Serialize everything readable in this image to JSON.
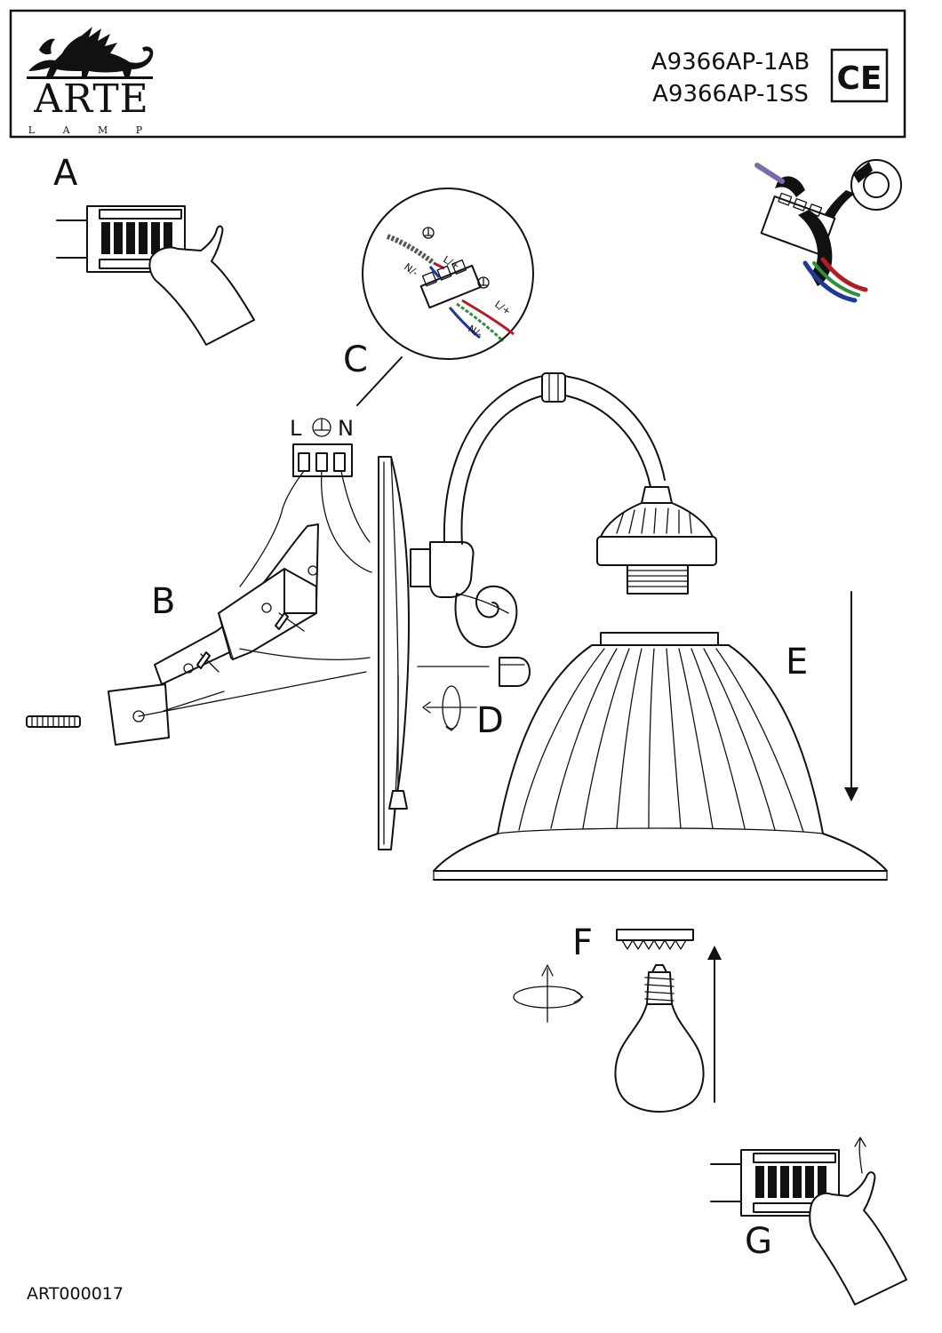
{
  "header": {
    "brand_name": "ARTE",
    "brand_sub": "L A M P",
    "model_1": "A9366AP-1AB",
    "model_2": "A9366AP-1SS",
    "cert_mark": "CE",
    "logo_icon": "winged-lion-icon"
  },
  "steps": {
    "a": "A",
    "b": "B",
    "c": "C",
    "d": "D",
    "e": "E",
    "f": "F",
    "g": "G"
  },
  "wiring": {
    "terminal_live": "L",
    "terminal_neutral": "N",
    "earth_icon": "ground-symbol-icon",
    "detail_live_1": "L/+",
    "detail_neutral_1": "N/-",
    "detail_live_2": "L/+",
    "detail_neutral_2": "N/-",
    "wire_colors": {
      "live": "#b01e23",
      "neutral": "#1f3a93",
      "earth": "#2f8f3a"
    }
  },
  "footer": {
    "article": "ART000017"
  }
}
